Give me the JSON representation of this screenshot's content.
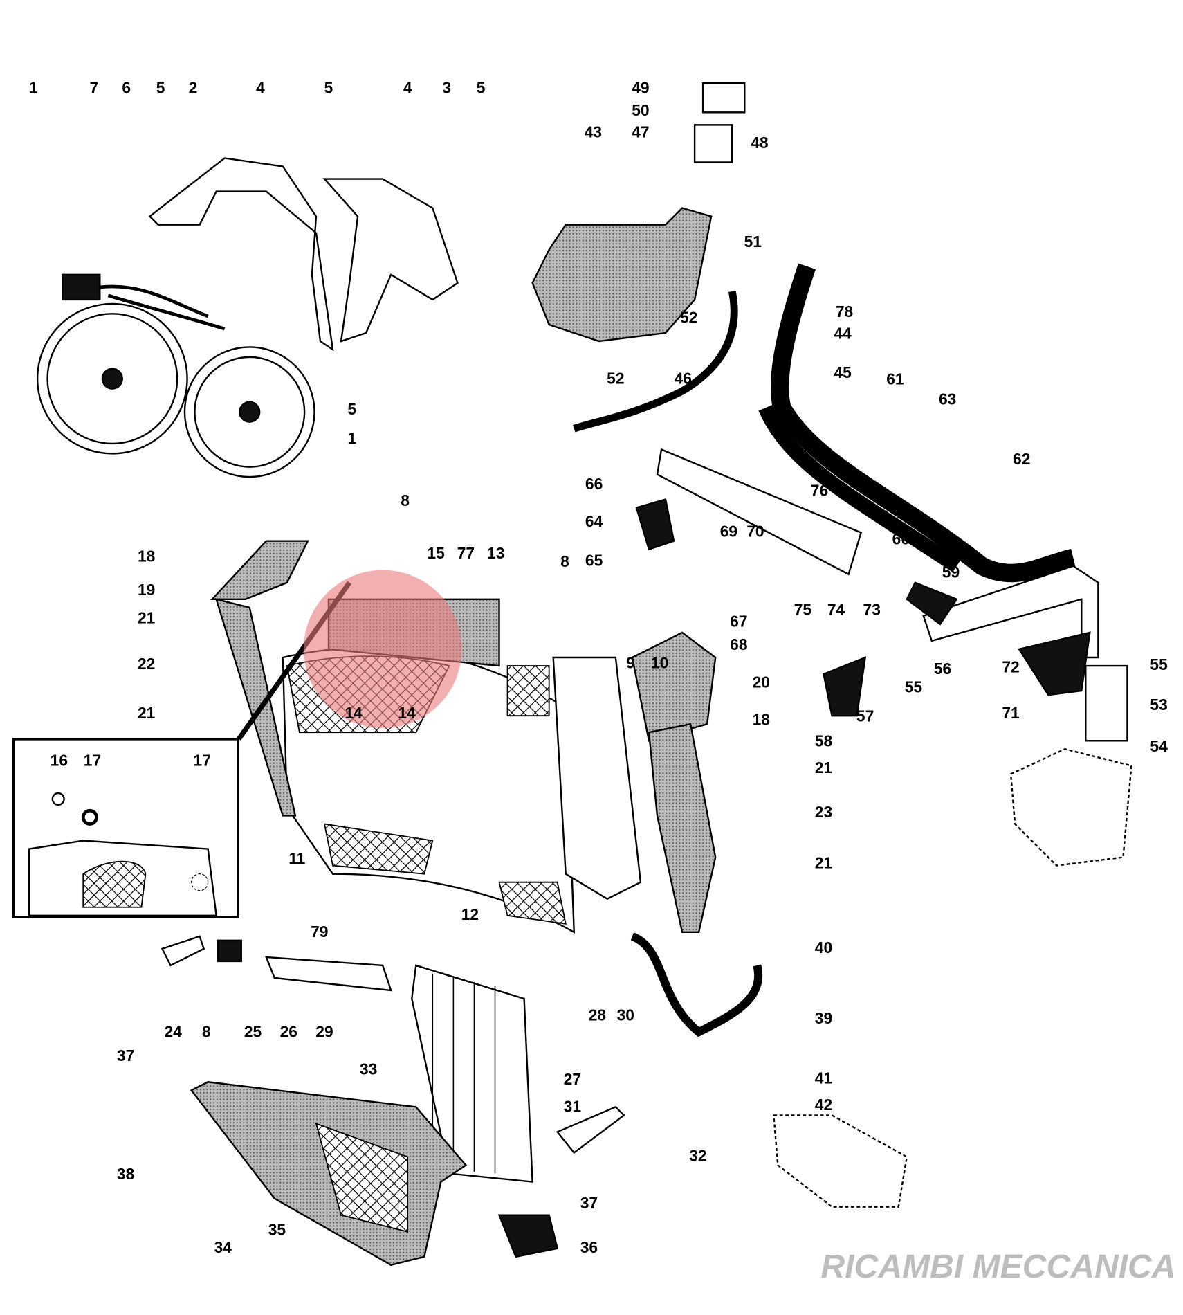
{
  "diagram": {
    "title_hidden": null,
    "callouts": [
      "1",
      "7",
      "6",
      "5",
      "2",
      "4",
      "5",
      "4",
      "3",
      "5",
      "49",
      "50",
      "48",
      "43",
      "47",
      "51",
      "78",
      "52",
      "44",
      "45",
      "46",
      "52",
      "61",
      "63",
      "5",
      "1",
      "62",
      "66",
      "76",
      "8",
      "64",
      "69",
      "70",
      "60",
      "15",
      "77",
      "13",
      "18",
      "8",
      "65",
      "59",
      "19",
      "75",
      "74",
      "73",
      "21",
      "67",
      "68",
      "22",
      "9",
      "10",
      "55",
      "56",
      "72",
      "55",
      "20",
      "53",
      "71",
      "21",
      "14",
      "14",
      "18",
      "57",
      "58",
      "54",
      "16",
      "17",
      "17",
      "21",
      "23",
      "11",
      "21",
      "12",
      "79",
      "40",
      "24",
      "8",
      "25",
      "26",
      "29",
      "28",
      "30",
      "39",
      "37",
      "33",
      "41",
      "27",
      "31",
      "42",
      "32",
      "38",
      "37",
      "35",
      "34",
      "36"
    ],
    "watermark": "RICAMBI MECCANICA",
    "colors": {
      "watermark_circle": "#e87a7a",
      "ink": "#000000"
    }
  }
}
